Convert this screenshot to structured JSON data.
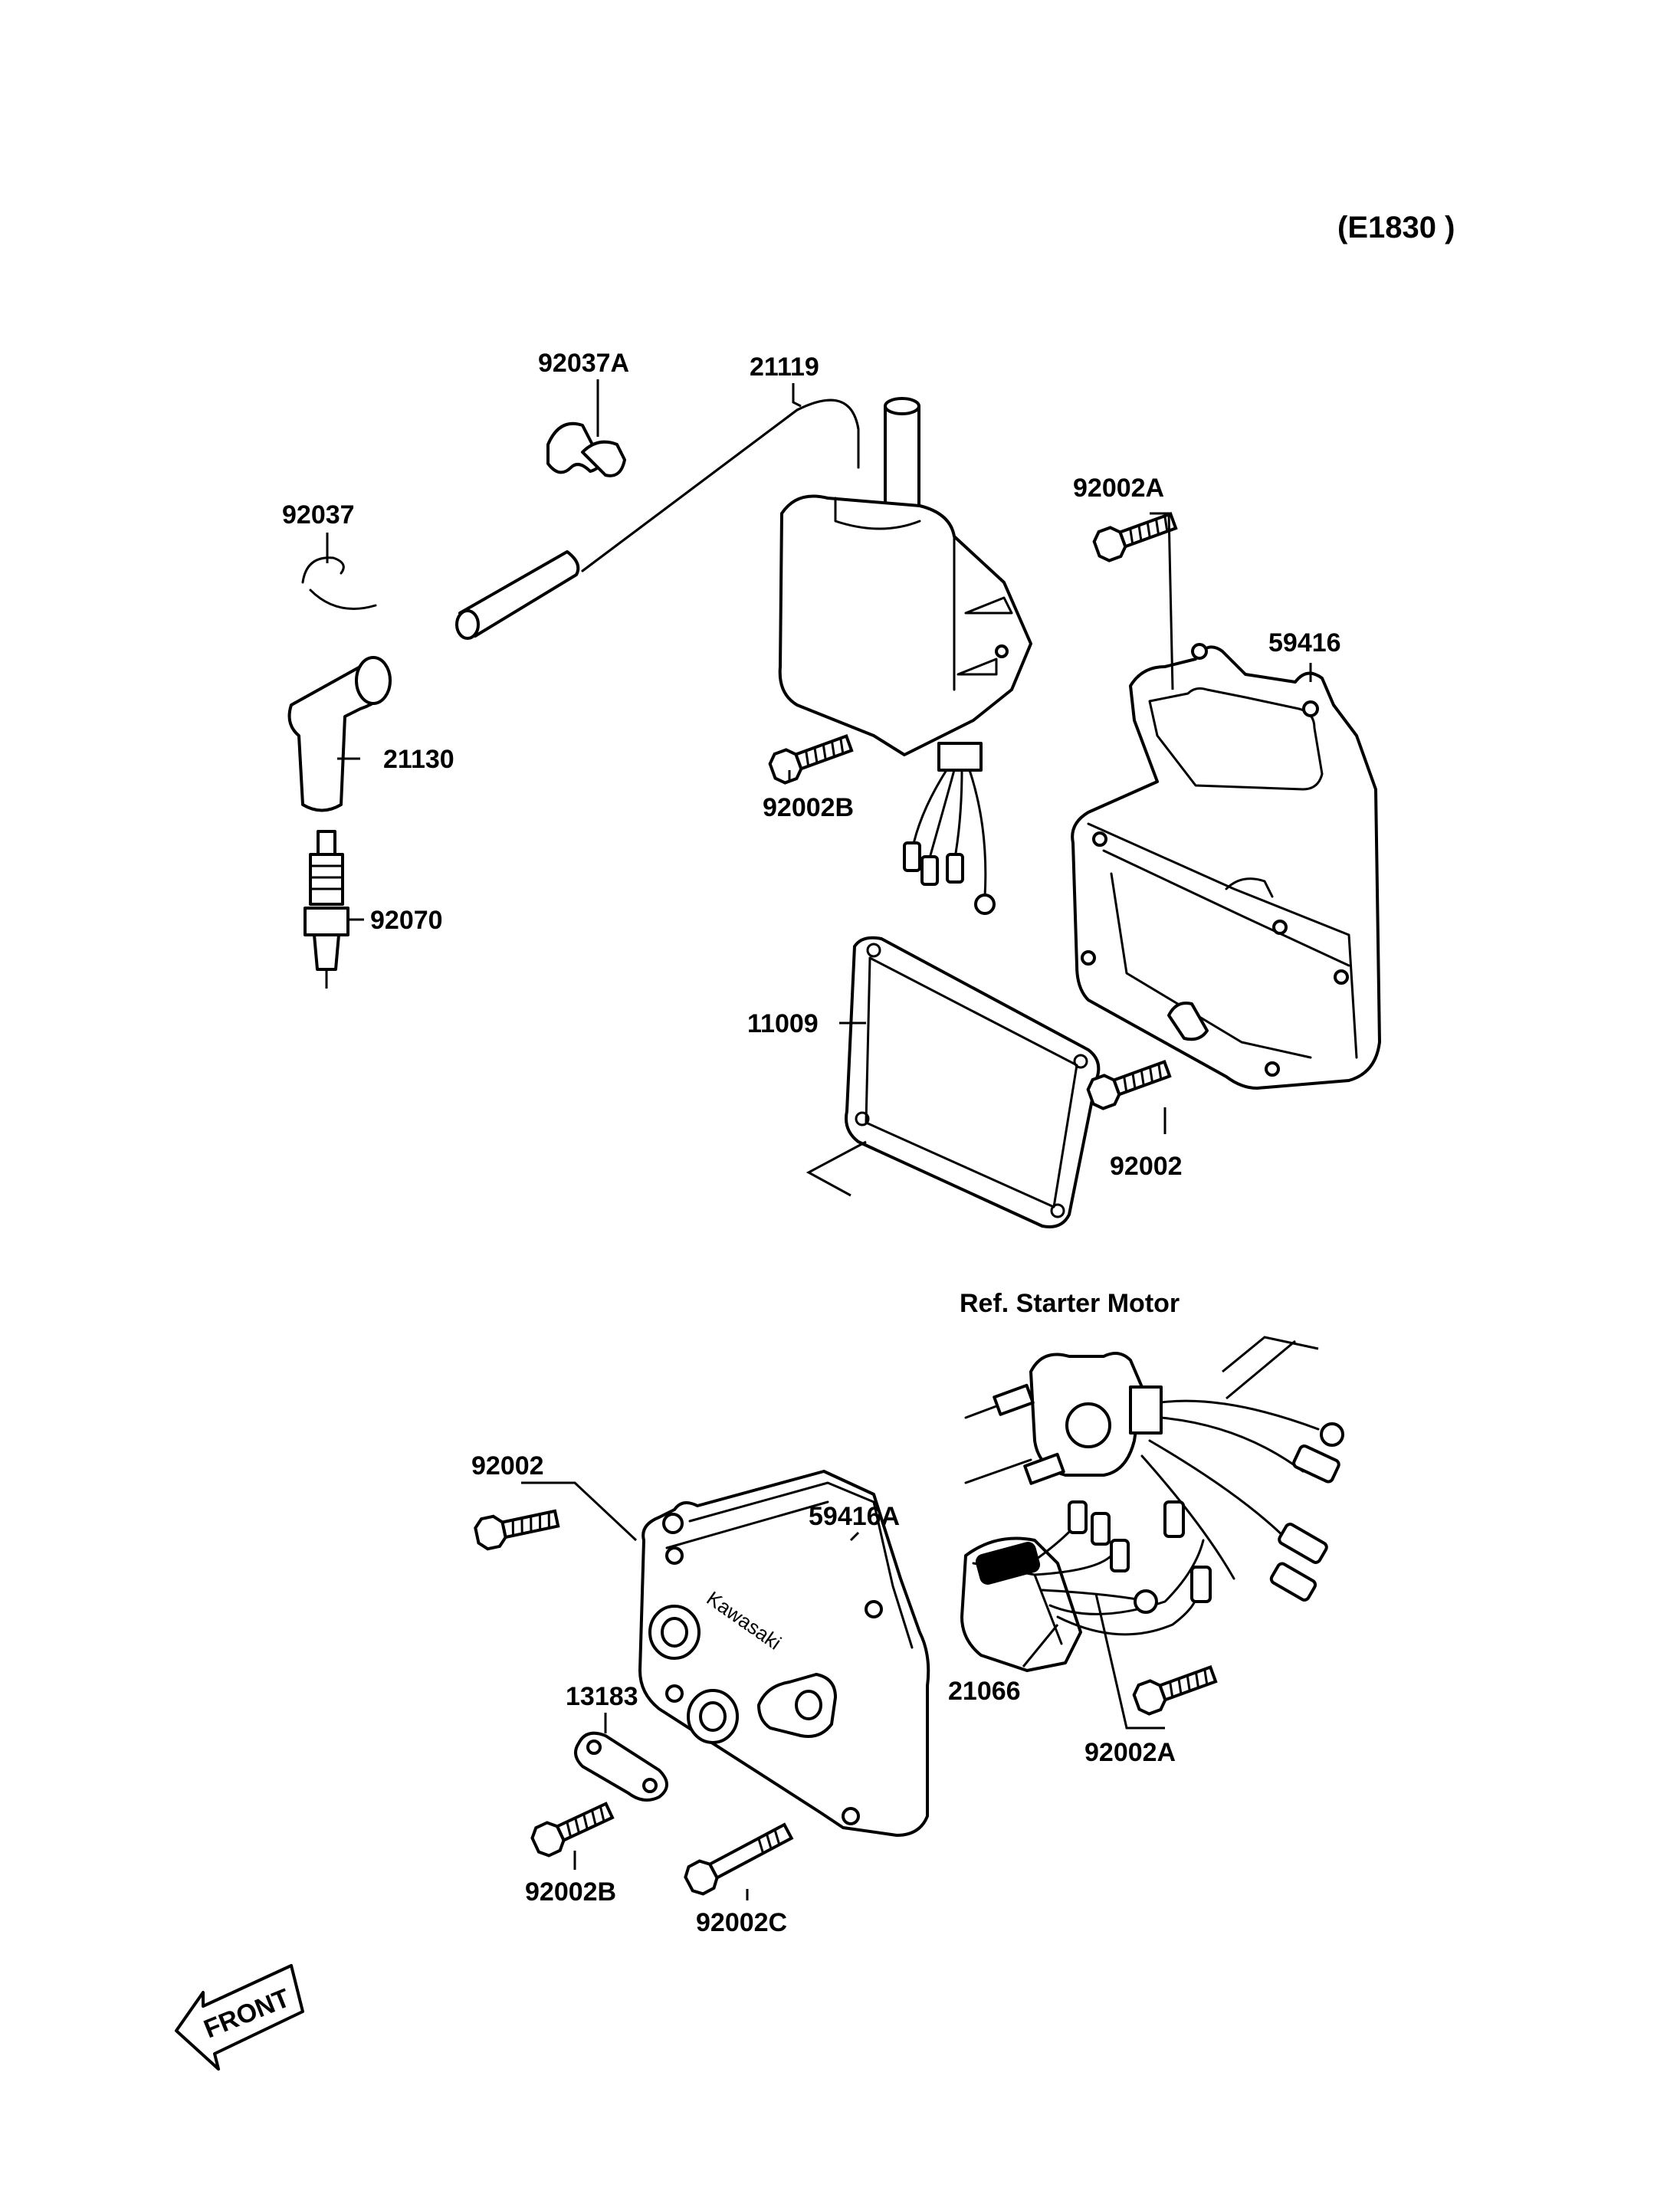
{
  "ref_code": "(E1830 )",
  "labels": {
    "p92037A": "92037A",
    "p21119": "21119",
    "p92037": "92037",
    "p21130": "21130",
    "p92070": "92070",
    "p92002A_top": "92002A",
    "p59416": "59416",
    "p92002B_top": "92002B",
    "p11009": "11009",
    "p92002_mid": "92002",
    "ref_starter": "Ref. Starter Motor",
    "p92002_low": "92002",
    "p59416A": "59416A",
    "p13183": "13183",
    "p92002B_low": "92002B",
    "p92002C": "92002C",
    "p21066": "21066",
    "p92002A_low": "92002A"
  },
  "front_arrow": "FRONT",
  "cover_brand": "Kawasaki",
  "icons": [
    "spark-plug-cap-icon",
    "spark-plug-icon",
    "ignition-coil-icon",
    "electric-box-icon",
    "gasket-icon",
    "bolt-icon",
    "regulator-icon",
    "starter-relay-icon",
    "front-arrow-icon"
  ]
}
